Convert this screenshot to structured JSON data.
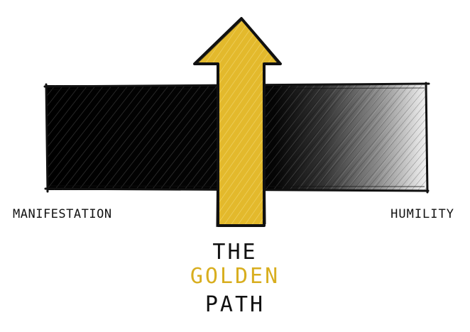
{
  "diagram": {
    "left_label": "MANIFESTATION",
    "right_label": "HUMILITY",
    "title_line_1": "THE",
    "title_line_2": "GOLDEN",
    "title_line_3": "PATH"
  },
  "colors": {
    "arrow_fill": "#e3b92c",
    "golden_text": "#d8ae1f",
    "bar_dark": "#000000",
    "bar_light": "#f2f2f2",
    "ink": "#111111"
  }
}
